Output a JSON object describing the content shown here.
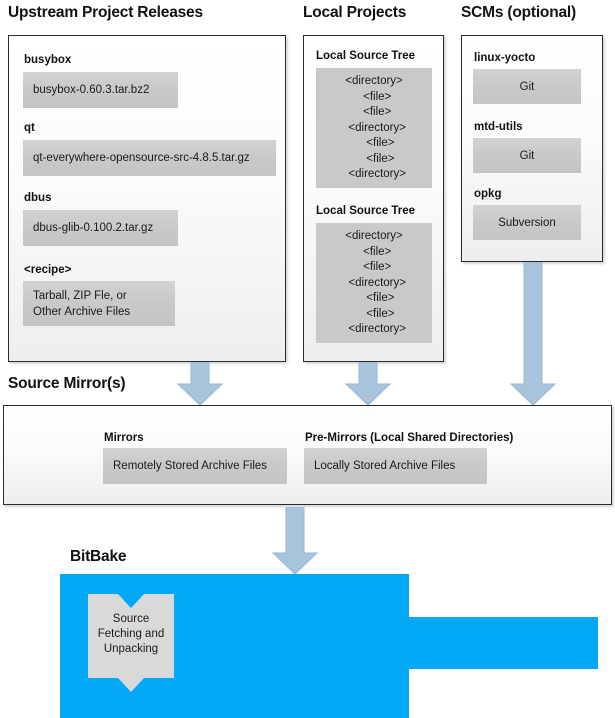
{
  "colors": {
    "arrow": "#a8c4dd",
    "arrow_stroke": "#9ab7d3",
    "bitbake_blue": "#03a9f4",
    "panel_border": "#2b2b2b",
    "gray_box": "#c9c9c9"
  },
  "columns": {
    "upstream": {
      "title": "Upstream Project Releases",
      "items": [
        {
          "label": "busybox",
          "value": "busybox-0.60.3.tar.bz2"
        },
        {
          "label": "qt",
          "value": "qt-everywhere-opensource-src-4.8.5.tar.gz"
        },
        {
          "label": "dbus",
          "value": "dbus-glib-0.100.2.tar.gz"
        },
        {
          "label": "<recipe>",
          "value_line1": "Tarball, ZIP Fle, or",
          "value_line2": "Other Archive Files"
        }
      ]
    },
    "local_projects": {
      "title": "Local Projects",
      "trees": [
        {
          "label": "Local Source Tree",
          "lines": [
            "<directory>",
            "  <file>",
            "  <file>",
            "  <directory>",
            "    <file>",
            "    <file>",
            "  <directory>"
          ]
        },
        {
          "label": "Local Source Tree",
          "lines": [
            "<directory>",
            "  <file>",
            "  <file>",
            "  <directory>",
            "    <file>",
            "    <file>",
            "  <directory>"
          ]
        }
      ]
    },
    "scms": {
      "title": "SCMs (optional)",
      "items": [
        {
          "label": "linux-yocto",
          "value": "Git"
        },
        {
          "label": "mtd-utils",
          "value": "Git"
        },
        {
          "label": "opkg",
          "value": "Subversion"
        }
      ]
    }
  },
  "source_mirrors": {
    "title": "Source Mirror(s)",
    "items": [
      {
        "label": "Mirrors",
        "value": "Remotely Stored Archive Files"
      },
      {
        "label": "Pre-Mirrors (Local Shared Directories)",
        "value": "Locally Stored Archive Files"
      }
    ]
  },
  "bitbake": {
    "title": "BitBake",
    "process_line1": "Source",
    "process_line2": "Fetching and",
    "process_line3": "Unpacking"
  }
}
